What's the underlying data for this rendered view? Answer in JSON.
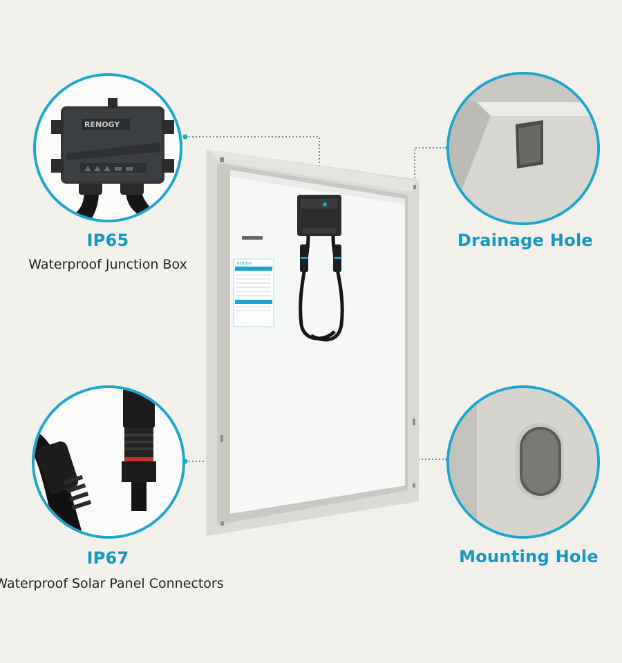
{
  "features": [
    {
      "title": "IP65",
      "subtitle": "Waterproof Junction Box"
    },
    {
      "title": "Drainage Hole",
      "subtitle": ""
    },
    {
      "title": "IP67",
      "subtitle": "Waterproof Solar Panel Connectors"
    },
    {
      "title": "Mounting Hole",
      "subtitle": ""
    }
  ],
  "brand_logo_text": "RENOGY",
  "colors": {
    "accent": "#1aa6cf",
    "title": "#1497c4",
    "background": "#f2f0ea"
  }
}
